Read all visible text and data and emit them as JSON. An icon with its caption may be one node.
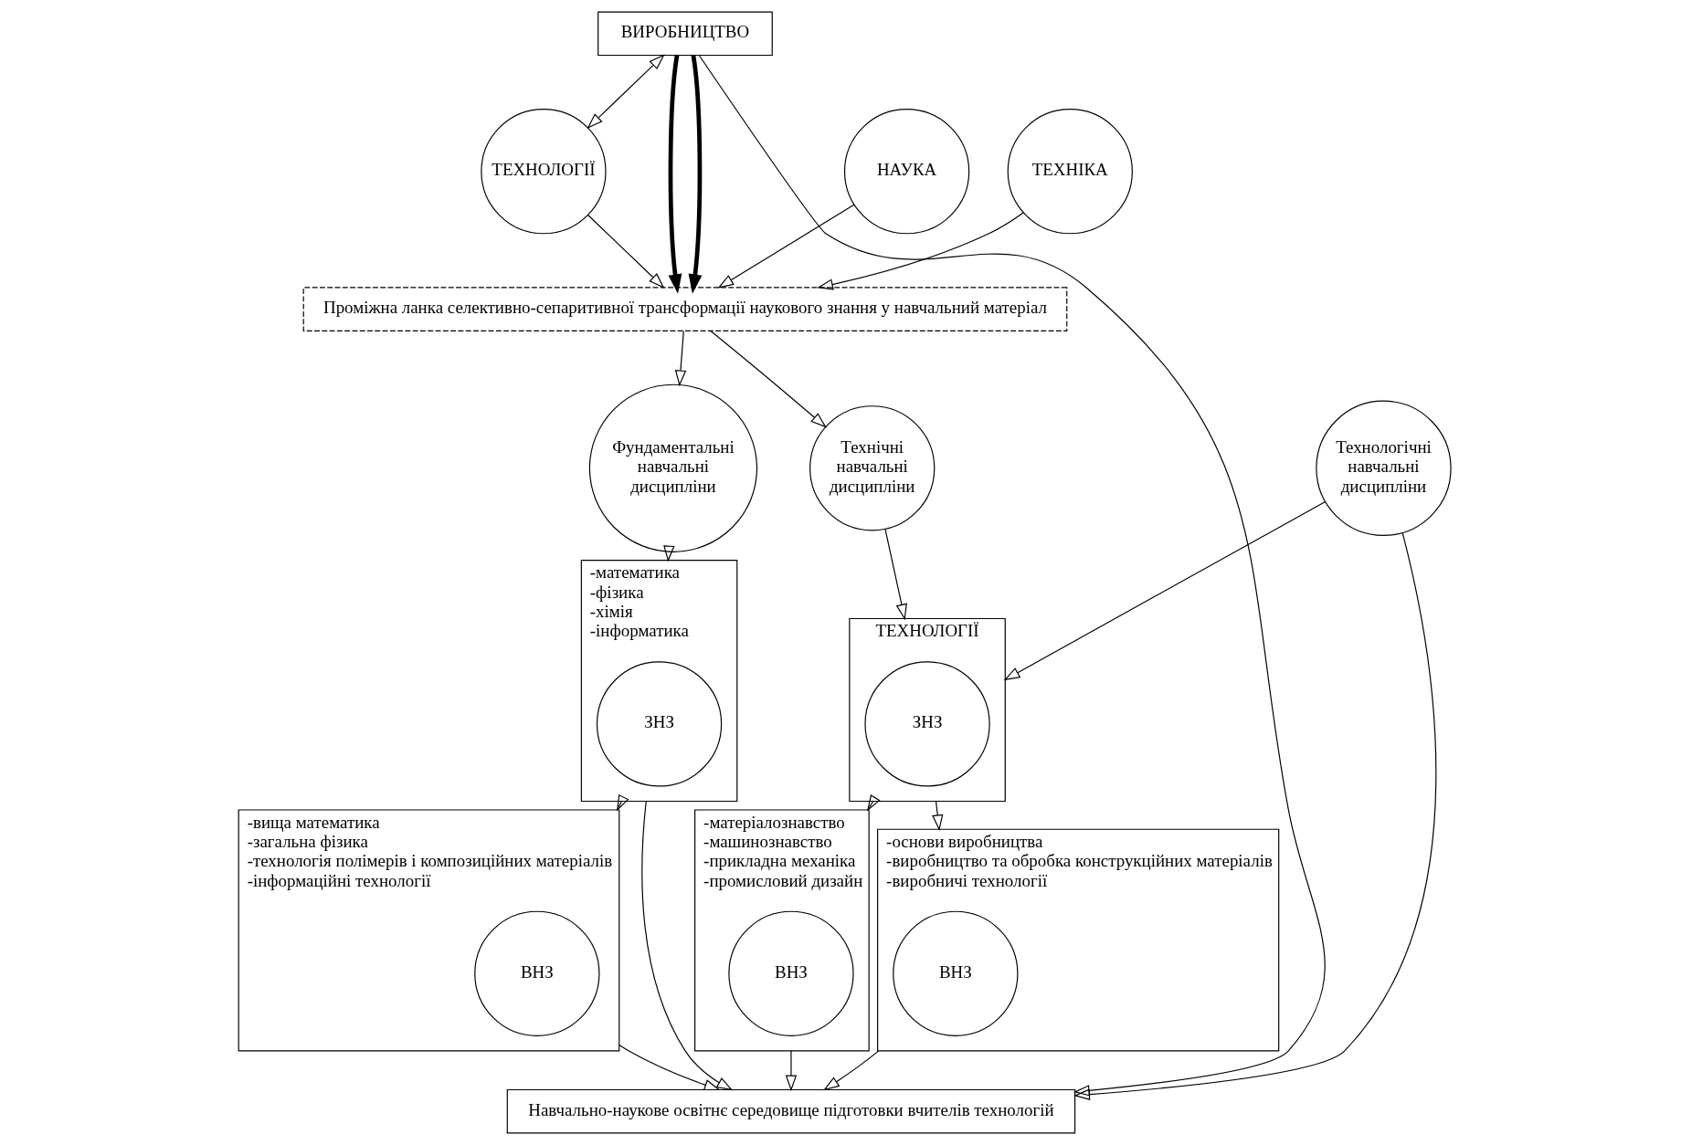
{
  "diagram": {
    "nodes": [
      {
        "text": [
          "ВИРОБНИЦТВО"
        ]
      },
      {
        "text": [
          "НАУКА"
        ]
      },
      {
        "text": [
          "ТЕХНІКА"
        ]
      },
      {
        "text": [
          "ТЕХНОЛОГІЇ"
        ]
      },
      {
        "text": [
          "Проміжна ланка селективно-сепаритивної трансформації наукового знання у навчальний матеріал"
        ]
      },
      {
        "text": [
          "Фундаментальні навчальні дисципліни"
        ]
      },
      {
        "text": [
          "Технічні навчальні дисципліни"
        ]
      },
      {
        "text": [
          "Технологічні навчальні дисципліни"
        ]
      },
      {
        "text": [
          "-математика",
          "-фізика",
          "-хімія",
          "-інформатика"
        ]
      },
      {
        "text": [
          "ЗНЗ"
        ],
        "in": 8
      },
      {
        "text": [
          "-вища математика",
          "-загальна фізика",
          "-технологія полімерів і композиційних матеріалів",
          "-інформаційні технології"
        ]
      },
      {
        "text": [
          "ВНЗ"
        ],
        "in": 10
      },
      {
        "text": [
          "ТЕХНОЛОГІЇ"
        ]
      },
      {
        "text": [
          "ЗНЗ"
        ],
        "in": 12
      },
      {
        "text": [
          "-матеріалознавство",
          "-машинознавство",
          "-прикладна механіка",
          "-промисловий дизайн"
        ]
      },
      {
        "text": [
          "ВНЗ"
        ],
        "in": 14
      },
      {
        "text": [
          "-основи виробництва",
          "-виробництво та обробка конструкційних матеріалів",
          "-виробничі технології"
        ]
      },
      {
        "text": [
          "ВНЗ"
        ],
        "in": 16
      },
      {
        "text": [
          "Навчально-наукове освітнє середовище підготовки вчителів технологій"
        ]
      }
    ],
    "edges": [
      {
        "from": 0,
        "to": 3,
        "arrow": "both"
      },
      {
        "from": 0,
        "to": 4,
        "arrow": "to",
        "style": "thick"
      },
      {
        "from": 0,
        "to": 4,
        "arrow": "to",
        "style": "thick"
      },
      {
        "from": 1,
        "to": 4,
        "arrow": "to"
      },
      {
        "from": 3,
        "to": 4,
        "arrow": "to"
      },
      {
        "from": 2,
        "to": 4,
        "arrow": "to"
      },
      {
        "from": 4,
        "to": 5,
        "arrow": "to"
      },
      {
        "from": 4,
        "to": 6,
        "arrow": "to"
      },
      {
        "from": 5,
        "to": 8,
        "arrow": "to"
      },
      {
        "from": 8,
        "to": 10,
        "arrow": "to"
      },
      {
        "from": 6,
        "to": 12,
        "arrow": "to"
      },
      {
        "from": 7,
        "to": 12,
        "arrow": "to"
      },
      {
        "from": 12,
        "to": 14,
        "arrow": "to"
      },
      {
        "from": 12,
        "to": 16,
        "arrow": "to"
      },
      {
        "from": 7,
        "to": 18,
        "arrow": "to"
      },
      {
        "from": 8,
        "to": 18,
        "arrow": "to"
      },
      {
        "from": 10,
        "to": 18,
        "arrow": "to"
      },
      {
        "from": 14,
        "to": 18,
        "arrow": "to"
      },
      {
        "from": 16,
        "to": 18,
        "arrow": "to"
      },
      {
        "from": 0,
        "to": 18,
        "arrow": "to"
      }
    ]
  }
}
